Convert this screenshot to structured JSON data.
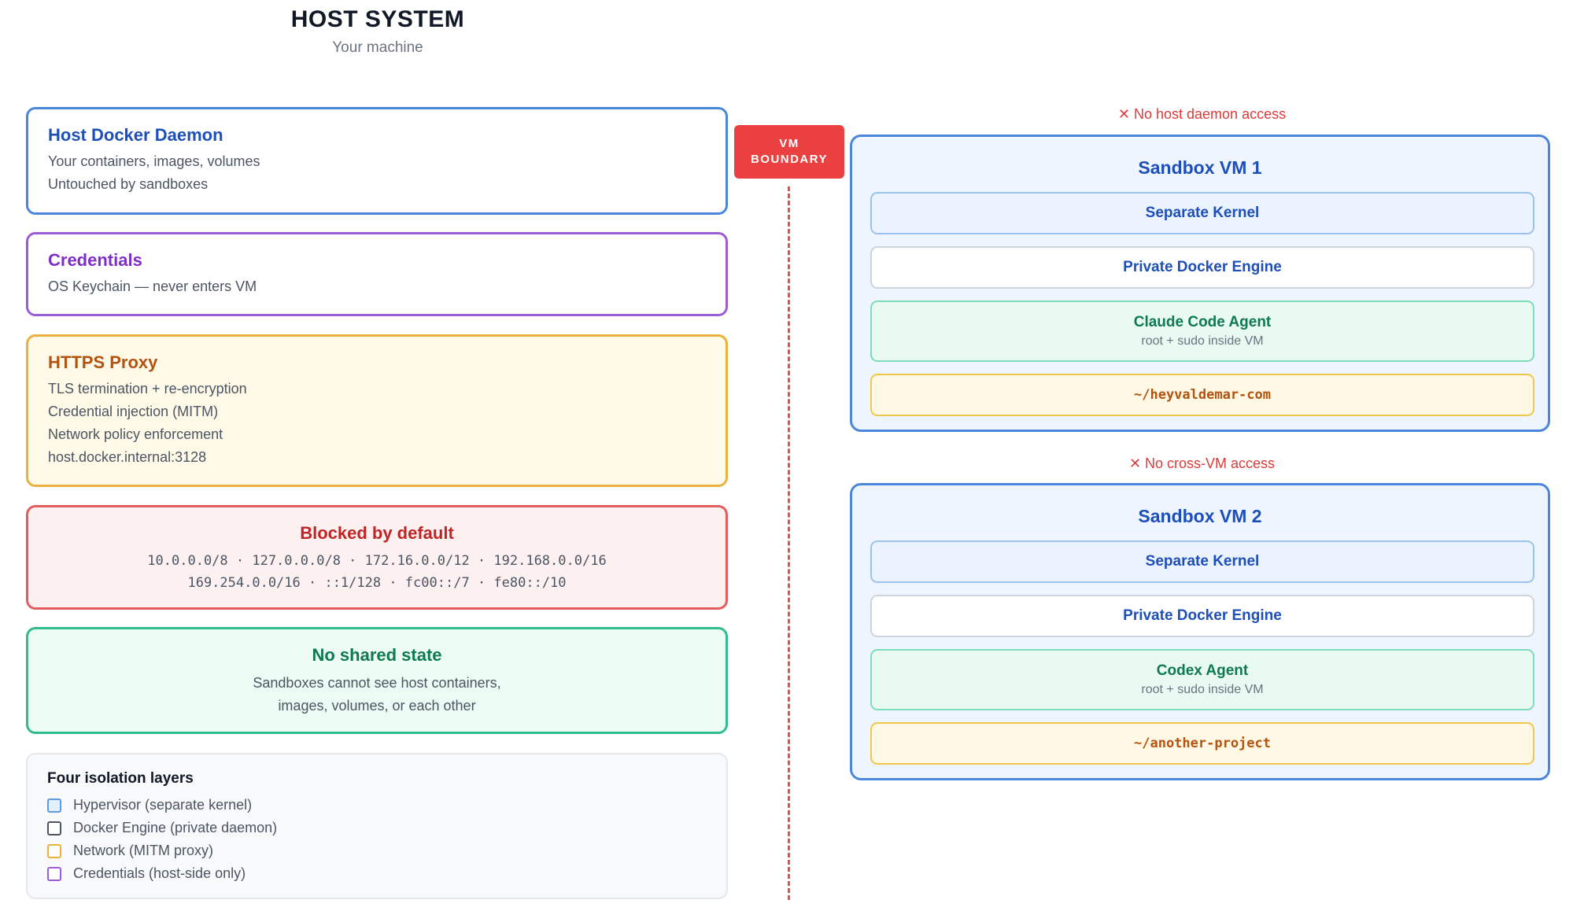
{
  "header": {
    "title": "HOST SYSTEM",
    "subtitle": "Your machine"
  },
  "host": {
    "daemon": {
      "title": "Host Docker Daemon",
      "lines": [
        "Your containers, images, volumes",
        "Untouched by sandboxes"
      ],
      "color": "#4a86d9"
    },
    "credentials": {
      "title": "Credentials",
      "lines": [
        "OS Keychain — never enters VM"
      ],
      "color": "#9b5cd6"
    },
    "proxy": {
      "title": "HTTPS Proxy",
      "lines": [
        "TLS termination + re-encryption",
        "Credential injection (MITM)",
        "Network policy enforcement",
        "host.docker.internal:3128"
      ],
      "color": "#eab23e"
    },
    "blocked": {
      "title": "Blocked by default",
      "lines": [
        "10.0.0.0/8 · 127.0.0.0/8 · 172.16.0.0/12 · 192.168.0.0/16",
        "169.254.0.0/16 · ::1/128 · fc00::/7 · fe80::/10"
      ],
      "color": "#e35d5d"
    },
    "shared": {
      "title": "No shared state",
      "lines": [
        "Sandboxes cannot see host containers,",
        "images, volumes, or each other"
      ],
      "color": "#2fbd8c"
    }
  },
  "legend": {
    "title": "Four isolation layers",
    "items": [
      {
        "label": "Hypervisor (separate kernel)",
        "color": "#5b9be6",
        "fill": "#e3effc"
      },
      {
        "label": "Docker Engine (private daemon)",
        "color": "#4b5563",
        "fill": "#ffffff"
      },
      {
        "label": "Network (MITM proxy)",
        "color": "#eab23e",
        "fill": "#ffffff"
      },
      {
        "label": "Credentials (host-side only)",
        "color": "#9b5cd6",
        "fill": "#ffffff"
      }
    ]
  },
  "boundary": {
    "line1": "VM",
    "line2": "BOUNDARY",
    "color": "#ea4040"
  },
  "notes": {
    "no_host": "✕ No host daemon access",
    "no_cross": "✕ No cross-VM access"
  },
  "vms": [
    {
      "title": "Sandbox VM 1",
      "kernel": "Separate Kernel",
      "engine": "Private Docker Engine",
      "agent": "Claude Code Agent",
      "agent_sub": "root + sudo inside VM",
      "dir": "~/heyvaldemar-com"
    },
    {
      "title": "Sandbox VM 2",
      "kernel": "Separate Kernel",
      "engine": "Private Docker Engine",
      "agent": "Codex Agent",
      "agent_sub": "root + sudo inside VM",
      "dir": "~/another-project"
    }
  ]
}
